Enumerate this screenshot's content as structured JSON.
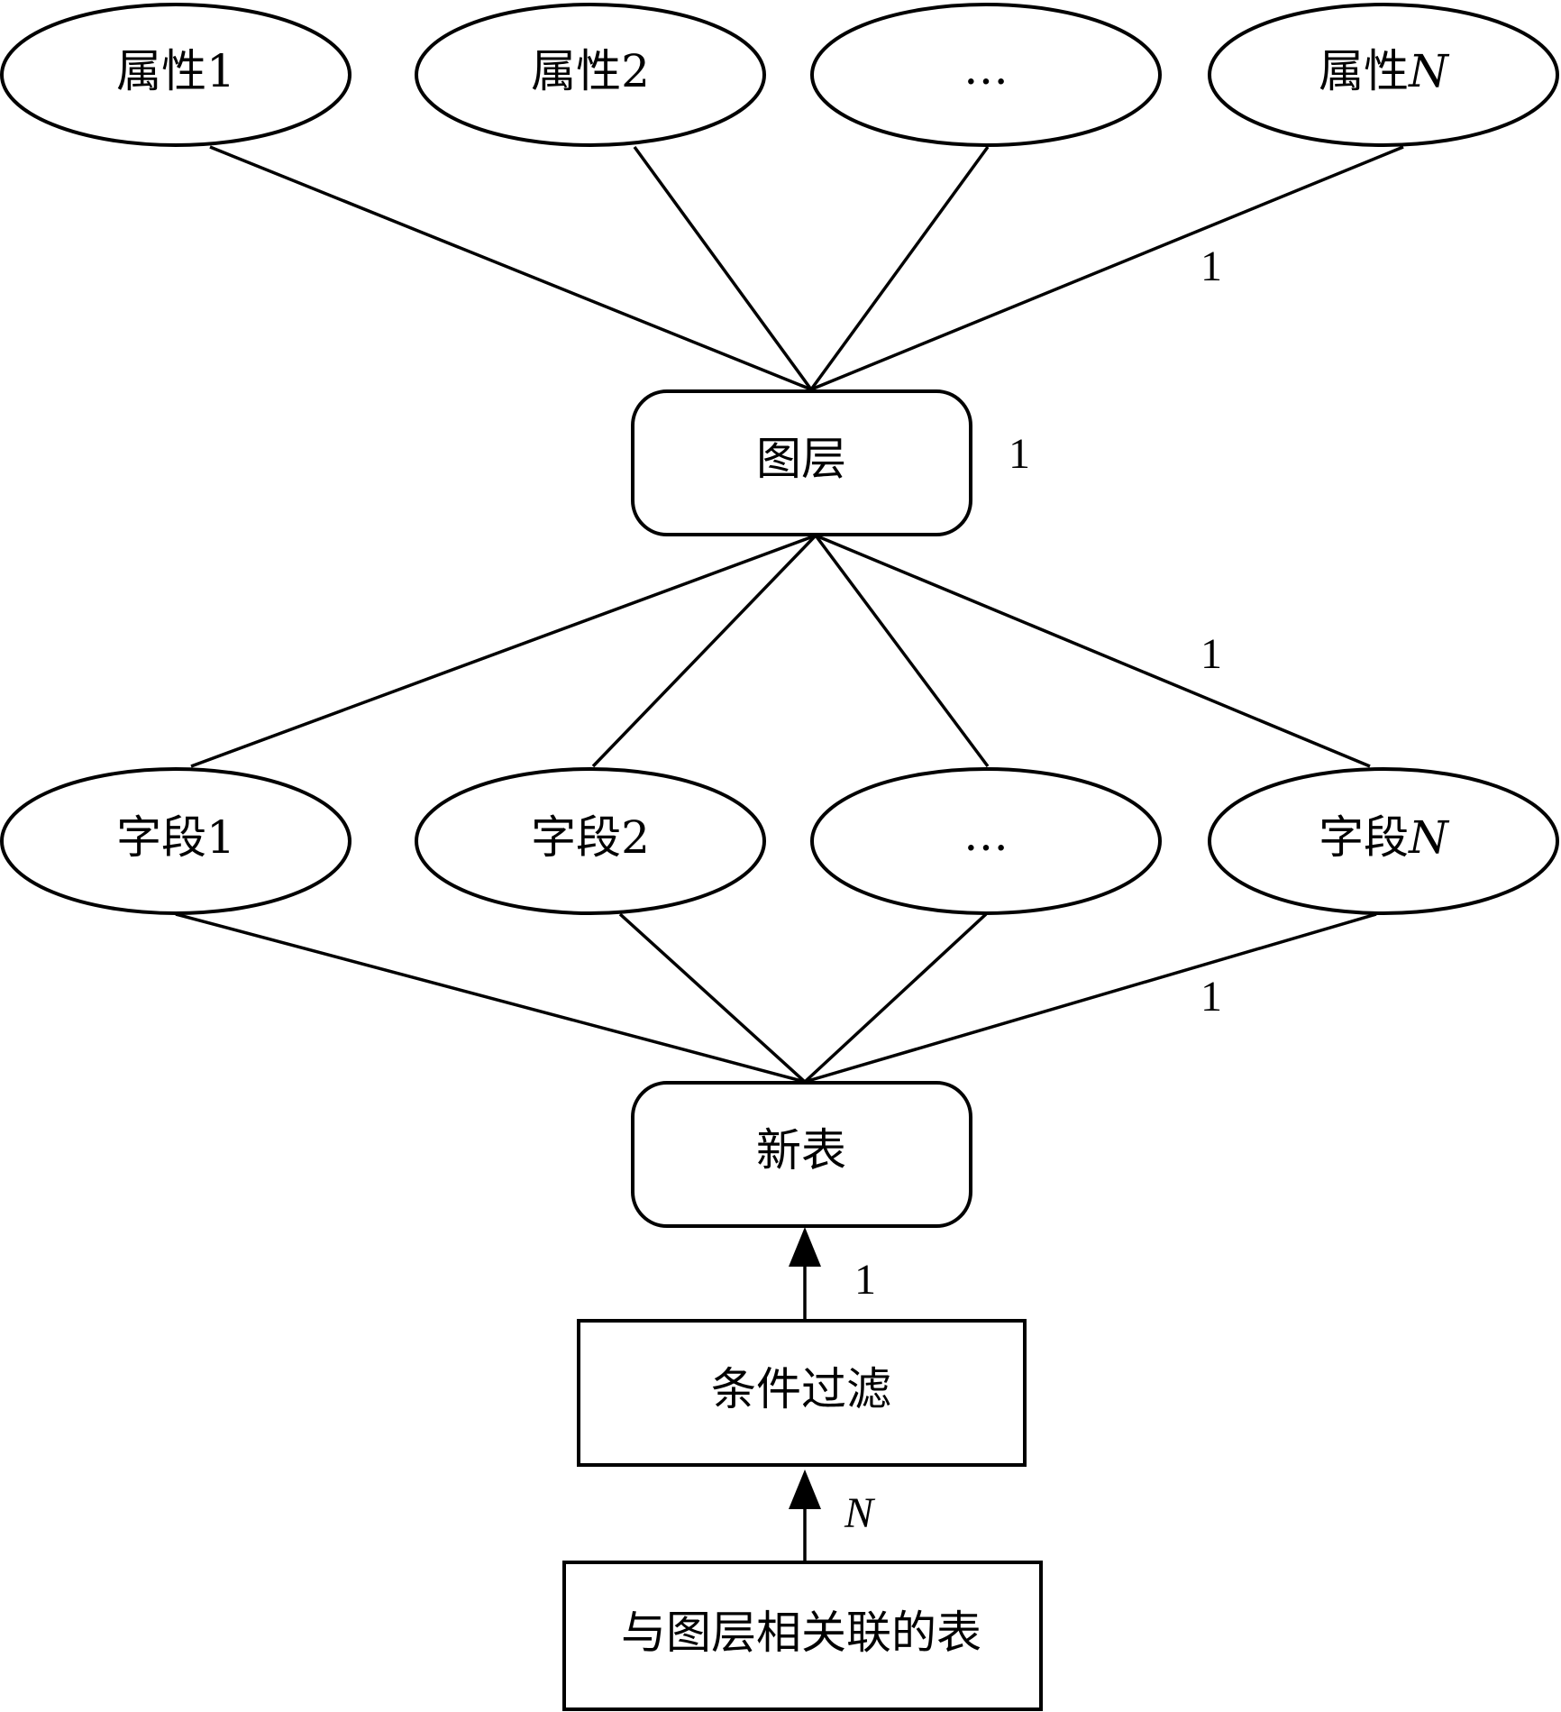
{
  "attributes": {
    "items": [
      {
        "prefix": "属性",
        "suffix": "1",
        "suffix_italic": false
      },
      {
        "prefix": "属性",
        "suffix": "2",
        "suffix_italic": false
      },
      {
        "prefix": "…",
        "suffix": "",
        "suffix_italic": false
      },
      {
        "prefix": "属性",
        "suffix": "N",
        "suffix_italic": true
      }
    ],
    "cardinality_to_layer": "1"
  },
  "layer": {
    "label": "图层",
    "cardinality": "1"
  },
  "fields": {
    "items": [
      {
        "prefix": "字段",
        "suffix": "1",
        "suffix_italic": false
      },
      {
        "prefix": "字段",
        "suffix": "2",
        "suffix_italic": false
      },
      {
        "prefix": "…",
        "suffix": "",
        "suffix_italic": false
      },
      {
        "prefix": "字段",
        "suffix": "N",
        "suffix_italic": true
      }
    ],
    "cardinality_from_layer": "1",
    "cardinality_to_new_table": "1"
  },
  "new_table": {
    "label": "新表"
  },
  "filter": {
    "label": "条件过滤",
    "cardinality_to_new_table": "1"
  },
  "related_tables": {
    "label": "与图层相关联的表",
    "cardinality_to_filter": "N"
  }
}
